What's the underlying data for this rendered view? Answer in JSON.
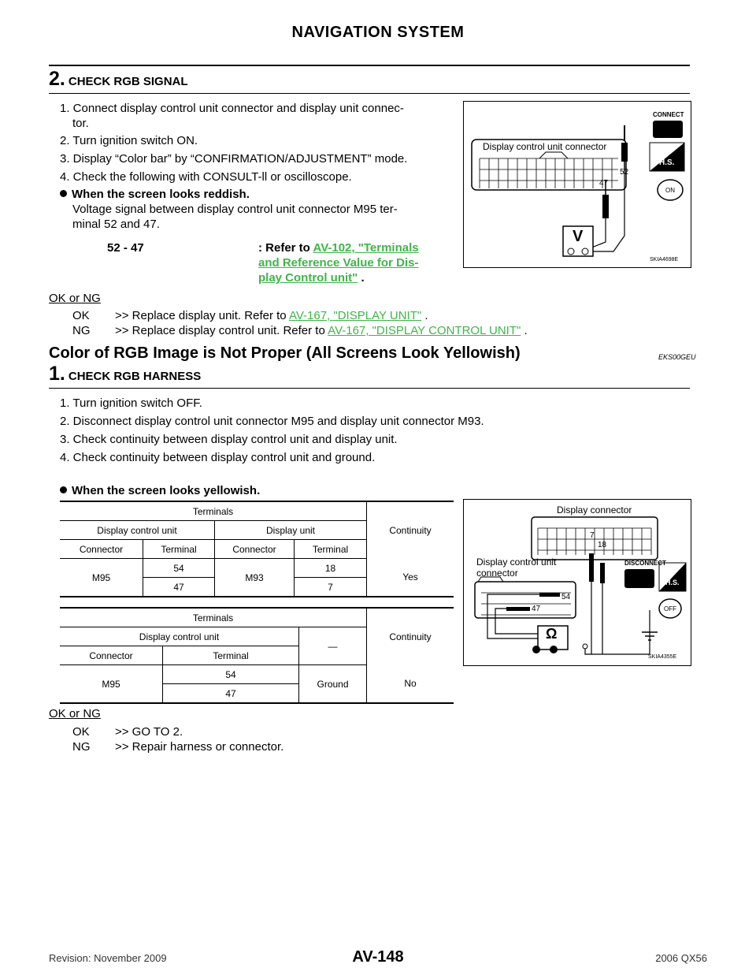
{
  "header": {
    "title": "NAVIGATION SYSTEM"
  },
  "step2": {
    "num": "2.",
    "title": "CHECK RGB SIGNAL",
    "items": [
      "1. Connect display control unit connector and display unit connec-",
      "tor.",
      "2. Turn ignition switch ON.",
      "3. Display “Color bar” by “CONFIRMATION/ADJUSTMENT” mode.",
      "4. Check the following with CONSULT-ll or oscilloscope."
    ],
    "bullet_title": "When the screen looks reddish.",
    "bullet_line1": "Voltage signal between display control unit connector M95 ter-",
    "bullet_line2": "minal 52 and 47.",
    "spec_terminal": "52 - 47",
    "spec_prefix": ": Refer to",
    "spec_link1": "AV-102, \"Terminals",
    "spec_link2": "and Reference Value for Dis-",
    "spec_link3": "play Control unit\"",
    "spec_suffix": ".",
    "okng": "OK or NG",
    "ok_label": "OK",
    "ok_text": ">> Replace display unit. Refer to",
    "ok_link": "AV-167, \"DISPLAY UNIT\"",
    "ok_end": ".",
    "ng_label": "NG",
    "ng_text": ">> Replace display control unit. Refer to",
    "ng_link": "AV-167, \"DISPLAY CONTROL UNIT\"",
    "ng_end": "."
  },
  "figure1": {
    "connect_label": "CONNECT",
    "connector_label": "Display control unit connector",
    "pin_a": "52",
    "pin_b": "47",
    "meter": "V",
    "hs": "H.S.",
    "on": "ON",
    "code": "SKIA4698E"
  },
  "section": {
    "title": "Color of RGB Image is Not Proper (All Screens Look Yellowish)",
    "code": "EKS00GEU"
  },
  "step1": {
    "num": "1.",
    "title": "CHECK RGB HARNESS",
    "items": [
      "1. Turn ignition switch OFF.",
      "2. Disconnect display control unit connector M95 and display unit connector M93.",
      "3. Check continuity between display control unit and display unit.",
      "4. Check continuity between display control unit and ground."
    ],
    "bullet_title": "When the screen looks yellowish."
  },
  "table1": {
    "terminals": "Terminals",
    "continuity": "Continuity",
    "dcu": "Display control unit",
    "du": "Display unit",
    "connector": "Connector",
    "terminal": "Terminal",
    "conn_a": "M95",
    "conn_b": "M93",
    "rows": [
      {
        "t1": "54",
        "t2": "18"
      },
      {
        "t1": "47",
        "t2": "7"
      }
    ],
    "result": "Yes"
  },
  "table2": {
    "terminals": "Terminals",
    "continuity": "Continuity",
    "dcu": "Display control unit",
    "dash": "—",
    "connector": "Connector",
    "terminal": "Terminal",
    "conn": "M95",
    "rows": [
      "54",
      "47"
    ],
    "ground": "Ground",
    "result": "No"
  },
  "figure2": {
    "display_connector": "Display connector",
    "dcu_line1": "Display control unit",
    "dcu_line2": "connector",
    "pin_7": "7",
    "pin_18": "18",
    "pin_54": "54",
    "pin_47": "47",
    "disconnect": "DISCONNECT",
    "meter": "Ω",
    "hs": "H.S.",
    "off": "OFF",
    "code": "SKIA4355E"
  },
  "step1_result": {
    "okng": "OK or NG",
    "ok_label": "OK",
    "ok_text": ">> GO TO 2.",
    "ng_label": "NG",
    "ng_text": ">> Repair harness or connector."
  },
  "footer": {
    "revision": "Revision: November 2009",
    "page": "AV-148",
    "model": "2006 QX56"
  }
}
